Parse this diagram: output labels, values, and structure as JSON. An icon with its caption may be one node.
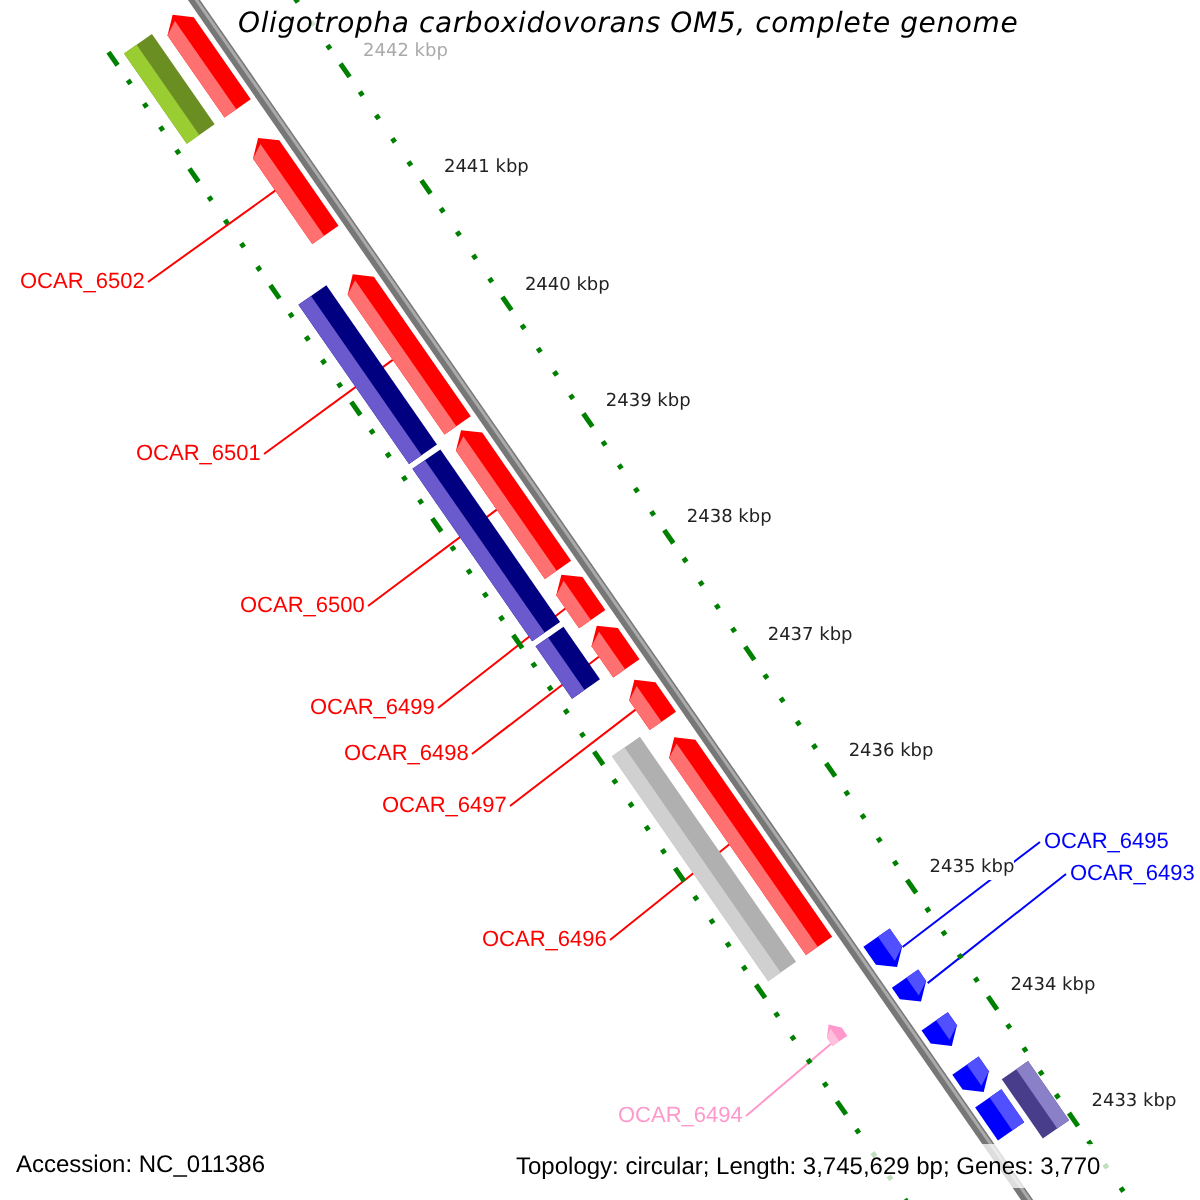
{
  "diagram": {
    "title": "Oligotropha carboxidovorans OM5, complete genome",
    "nodes": [
      {
        "text": [
          "OCAR_6502"
        ]
      },
      {
        "text": [
          "OCAR_6501"
        ]
      },
      {
        "text": [
          "OCAR_6500"
        ]
      },
      {
        "text": [
          "OCAR_6499"
        ]
      },
      {
        "text": [
          "OCAR_6498"
        ]
      },
      {
        "text": [
          "OCAR_6497"
        ]
      },
      {
        "text": [
          "OCAR_6495"
        ]
      },
      {
        "text": [
          "OCAR_6493"
        ]
      },
      {
        "text": [
          "OCAR_6496"
        ]
      },
      {
        "text": [
          "OCAR_6494"
        ]
      },
      {
        "text": [],
        "shape": "pentagon"
      },
      {
        "text": [],
        "shape": "bar"
      },
      {
        "text": [],
        "shape": "pentagon"
      },
      {
        "text": [],
        "shape": "pentagon"
      },
      {
        "text": [],
        "shape": "bar"
      },
      {
        "text": [],
        "shape": "pentagon"
      },
      {
        "text": [],
        "shape": "bar"
      },
      {
        "text": [],
        "shape": "pentagon"
      },
      {
        "text": [],
        "shape": "pentagon"
      },
      {
        "text": [],
        "shape": "bar"
      },
      {
        "text": [],
        "shape": "pentagon"
      },
      {
        "text": [],
        "shape": "pentagon"
      },
      {
        "text": [],
        "shape": "bar"
      },
      {
        "text": [],
        "shape": "pentagon"
      },
      {
        "text": [],
        "shape": "pentagon"
      },
      {
        "text": [],
        "shape": "pentagon"
      },
      {
        "text": [],
        "shape": "pentagon"
      },
      {
        "text": [],
        "shape": "pentagon"
      },
      {
        "text": [],
        "shape": "bar"
      },
      {
        "text": [],
        "shape": "bar"
      }
    ],
    "edges": [
      {
        "from": 0,
        "to": 12,
        "arrow": "none"
      },
      {
        "from": 1,
        "to": 13,
        "arrow": "none"
      },
      {
        "from": 2,
        "to": 15,
        "arrow": "none"
      },
      {
        "from": 3,
        "to": 17,
        "arrow": "none"
      },
      {
        "from": 4,
        "to": 18,
        "arrow": "none"
      },
      {
        "from": 5,
        "to": 20,
        "arrow": "none"
      },
      {
        "from": 6,
        "to": 23,
        "arrow": "none",
        "color": "#0000ff"
      },
      {
        "from": 7,
        "to": 24,
        "arrow": "none",
        "color": "#0000ff"
      },
      {
        "from": 8,
        "to": 21,
        "arrow": "none"
      },
      {
        "from": 9,
        "to": 26,
        "arrow": "none",
        "color": "#ff99cc"
      }
    ],
    "labels": [
      "2442 kbp",
      "2441 kbp",
      "2440 kbp",
      "2439 kbp",
      "2438 kbp",
      "2437 kbp",
      "2436 kbp",
      "2435 kbp",
      "2434 kbp",
      "2433 kbp",
      "Accession: NC_011386",
      "Topology: circular; Length: 3,745,629 bp; Genes: 3,770"
    ]
  }
}
